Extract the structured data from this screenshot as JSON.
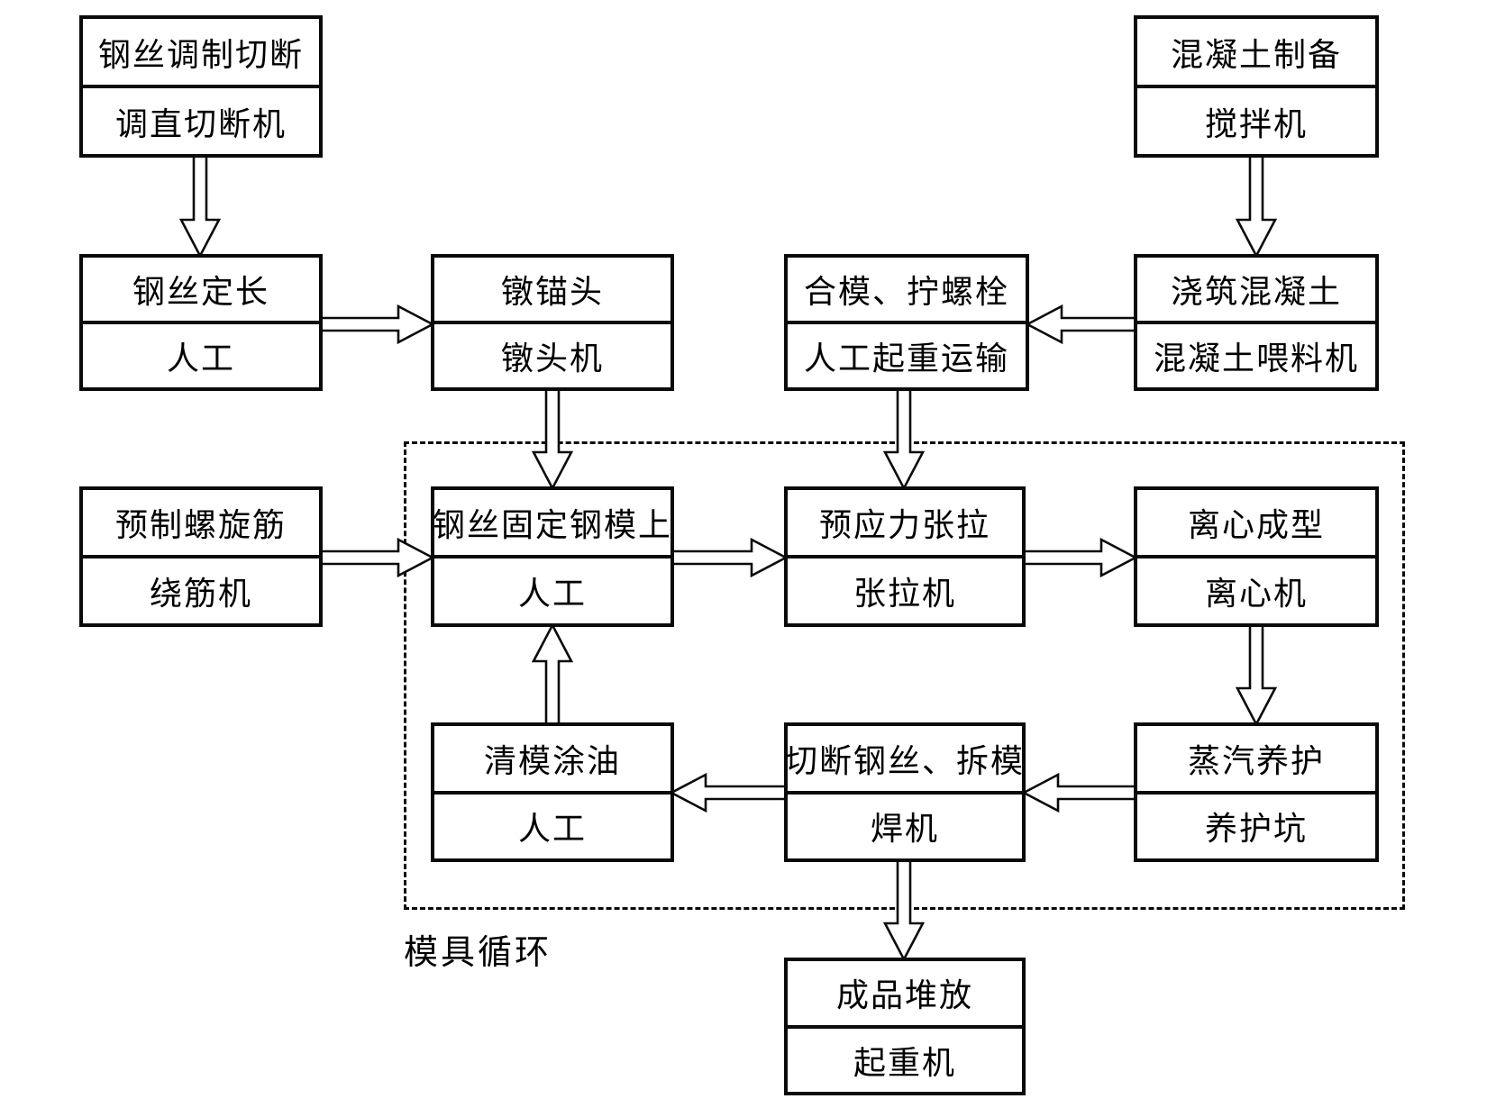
{
  "diagram": {
    "region_label": "模具循环",
    "nodes": [
      {
        "process": "钢丝调制切断",
        "equipment": "调直切断机"
      },
      {
        "process": "混凝土制备",
        "equipment": "搅拌机"
      },
      {
        "process": "钢丝定长",
        "equipment": "人工"
      },
      {
        "process": "镦锚头",
        "equipment": "镦头机"
      },
      {
        "process": "合模、拧螺栓",
        "equipment": "人工起重运输"
      },
      {
        "process": "浇筑混凝土",
        "equipment": "混凝土喂料机"
      },
      {
        "process": "预制螺旋筋",
        "equipment": "绕筋机"
      },
      {
        "process": "钢丝固定钢模上",
        "equipment": "人工"
      },
      {
        "process": "预应力张拉",
        "equipment": "张拉机"
      },
      {
        "process": "离心成型",
        "equipment": "离心机"
      },
      {
        "process": "清模涂油",
        "equipment": "人工"
      },
      {
        "process": "切断钢丝、拆模",
        "equipment": "焊机"
      },
      {
        "process": "蒸汽养护",
        "equipment": "养护坑"
      },
      {
        "process": "成品堆放",
        "equipment": "起重机"
      }
    ]
  }
}
